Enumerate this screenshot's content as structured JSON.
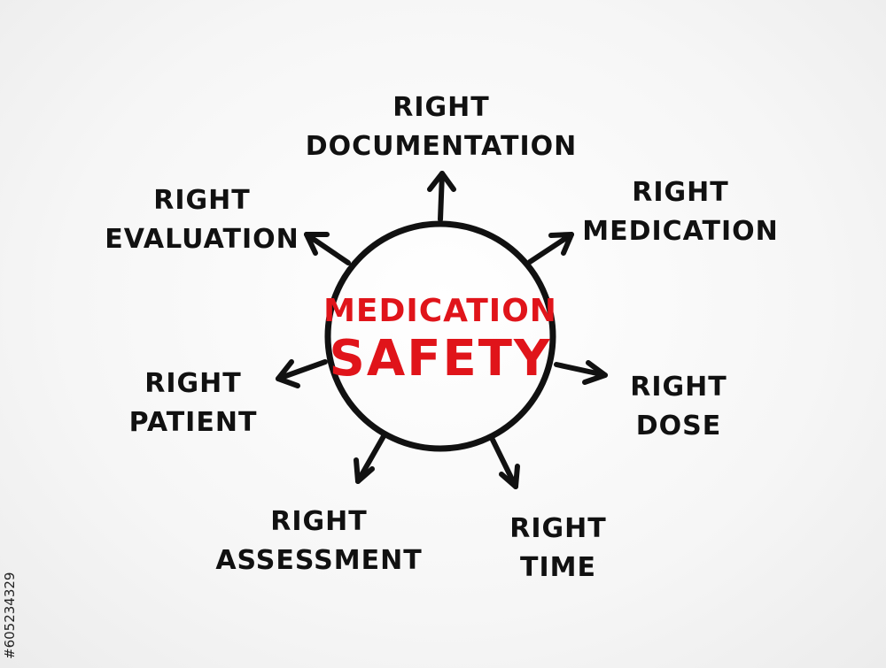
{
  "colors": {
    "ink": "#111111",
    "accent": "#e0141a",
    "background": "#f4f4f4"
  },
  "center": {
    "line1": "MEDICATION",
    "line2": "SAFETY"
  },
  "nodes": [
    {
      "id": "documentation",
      "line1": "RIGHT",
      "line2": "DOCUMENTATION"
    },
    {
      "id": "medication",
      "line1": "RIGHT",
      "line2": "MEDICATION"
    },
    {
      "id": "dose",
      "line1": "RIGHT",
      "line2": "DOSE"
    },
    {
      "id": "time",
      "line1": "RIGHT",
      "line2": "TIME"
    },
    {
      "id": "assessment",
      "line1": "RIGHT",
      "line2": "ASSESSMENT"
    },
    {
      "id": "patient",
      "line1": "RIGHT",
      "line2": "PATIENT"
    },
    {
      "id": "evaluation",
      "line1": "RIGHT",
      "line2": "EVALUATION"
    }
  ],
  "stock_id": "#605234329"
}
